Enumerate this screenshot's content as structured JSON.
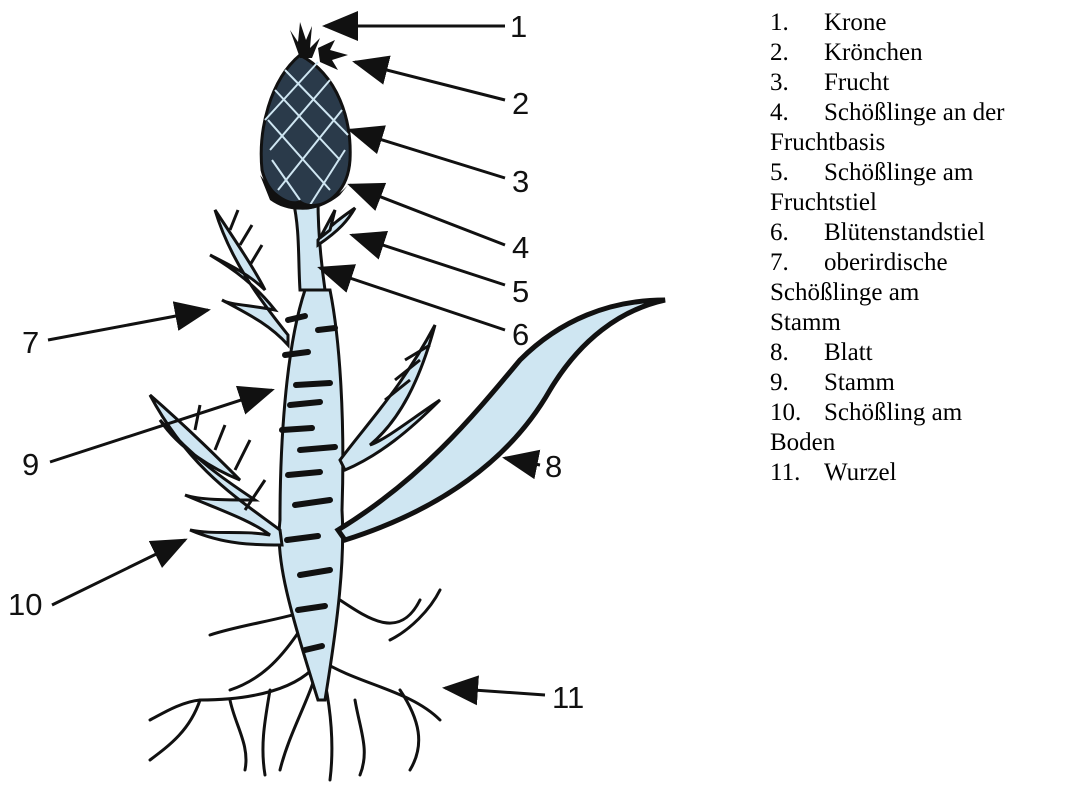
{
  "callouts": [
    "1",
    "2",
    "3",
    "4",
    "5",
    "6",
    "7",
    "8",
    "9",
    "10",
    "11"
  ],
  "legend": [
    {
      "num": "1.",
      "text": "Krone",
      "cont": ""
    },
    {
      "num": "2.",
      "text": "Krönchen",
      "cont": ""
    },
    {
      "num": "3.",
      "text": "Frucht",
      "cont": ""
    },
    {
      "num": "4.",
      "text": "Schößlinge an der",
      "cont": "Fruchtbasis"
    },
    {
      "num": "5.",
      "text": "Schößlinge am",
      "cont": "Fruchtstiel"
    },
    {
      "num": "6.",
      "text": "Blütenstandstiel",
      "cont": ""
    },
    {
      "num": "7.",
      "text": "oberirdische",
      "cont": "Schößlinge am Stamm"
    },
    {
      "num": "8.",
      "text": "Blatt",
      "cont": ""
    },
    {
      "num": "9.",
      "text": "Stamm",
      "cont": ""
    },
    {
      "num": "10.",
      "text": "Schößling am",
      "cont": "Boden"
    },
    {
      "num": "11.",
      "text": "Wurzel",
      "cont": ""
    }
  ],
  "colors": {
    "plant_fill": "#cfe6f2",
    "ink": "#111111"
  }
}
